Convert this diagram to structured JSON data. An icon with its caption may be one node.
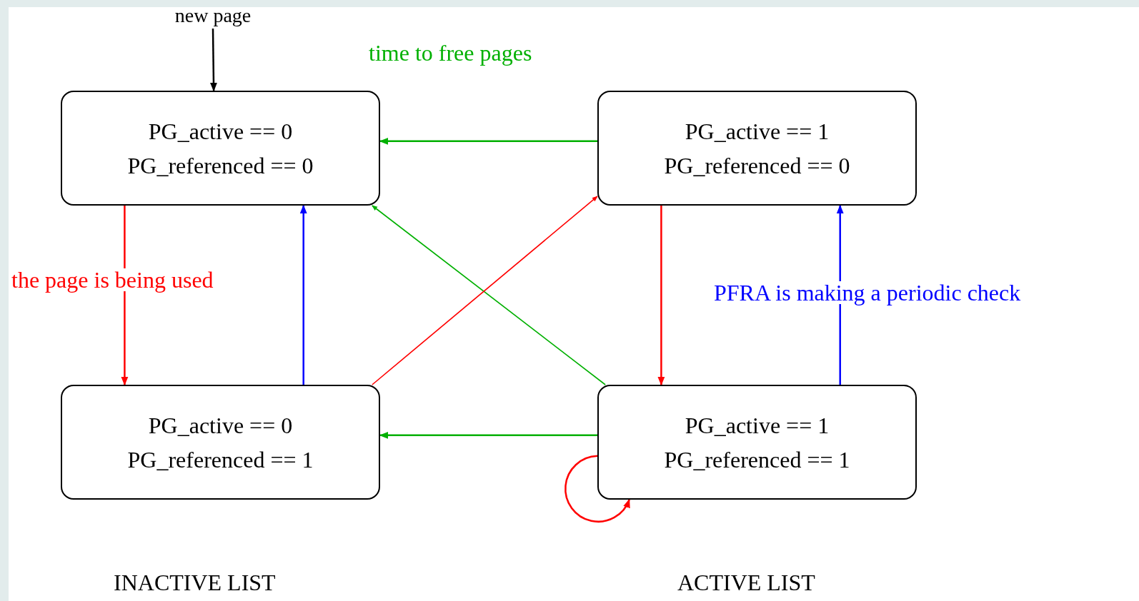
{
  "diagram": {
    "nodes": [
      {
        "text": [
          "new page"
        ]
      },
      {
        "text": [
          "PG_active == 0",
          "PG_referenced == 0"
        ]
      },
      {
        "text": [
          "PG_active == 1",
          "PG_referenced == 0"
        ]
      },
      {
        "text": [
          "PG_active == 0",
          "PG_referenced == 1"
        ]
      },
      {
        "text": [
          "PG_active == 1",
          "PG_referenced == 1"
        ]
      }
    ],
    "edges": [
      {
        "from": 0,
        "to": 1,
        "arrow": "to",
        "color": "#000000"
      },
      {
        "from": 2,
        "to": 1,
        "arrow": "to",
        "color": "#00b000"
      },
      {
        "from": 1,
        "to": 3,
        "arrow": "to",
        "color": "#ff0000"
      },
      {
        "from": 3,
        "to": 1,
        "arrow": "to",
        "color": "#0000ff"
      },
      {
        "from": 4,
        "to": 1,
        "arrow": "to",
        "color": "#00b000"
      },
      {
        "from": 3,
        "to": 2,
        "arrow": "to",
        "color": "#ff0000"
      },
      {
        "from": 2,
        "to": 4,
        "arrow": "to",
        "color": "#ff0000"
      },
      {
        "from": 4,
        "to": 2,
        "arrow": "to",
        "color": "#0000ff"
      },
      {
        "from": 4,
        "to": 3,
        "arrow": "to",
        "color": "#00b000"
      },
      {
        "from": 4,
        "to": 4,
        "arrow": "to",
        "color": "#ff0000"
      }
    ],
    "labels": [
      "time to free pages",
      "the page is being used",
      "PFRA is making a periodic check",
      "INACTIVE LIST",
      "ACTIVE LIST"
    ]
  }
}
